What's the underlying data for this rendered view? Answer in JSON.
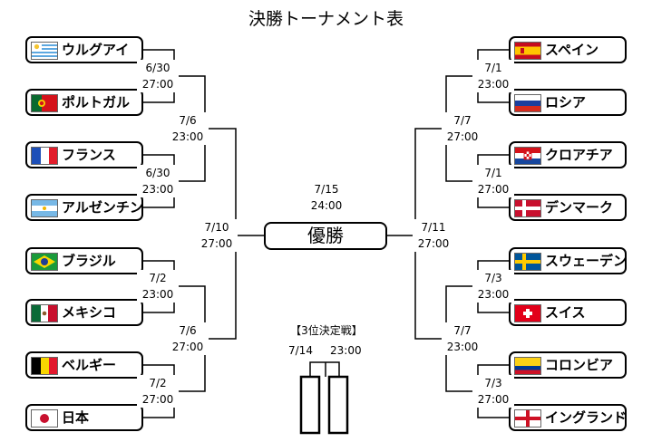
{
  "title": "決勝トーナメント表",
  "final": {
    "label": "優勝",
    "date": "7/15",
    "time": "24:00"
  },
  "third_place": {
    "label": "【3位決定戦】",
    "date": "7/14",
    "time": "23:00"
  },
  "left_teams": [
    {
      "name": "ウルグアイ",
      "flag": "uruguay"
    },
    {
      "name": "ポルトガル",
      "flag": "portugal"
    },
    {
      "name": "フランス",
      "flag": "france"
    },
    {
      "name": "アルゼンチン",
      "flag": "argentina"
    },
    {
      "name": "ブラジル",
      "flag": "brazil"
    },
    {
      "name": "メキシコ",
      "flag": "mexico"
    },
    {
      "name": "ベルギー",
      "flag": "belgium"
    },
    {
      "name": "日本",
      "flag": "japan"
    }
  ],
  "right_teams": [
    {
      "name": "スペイン",
      "flag": "spain"
    },
    {
      "name": "ロシア",
      "flag": "russia"
    },
    {
      "name": "クロアチア",
      "flag": "croatia"
    },
    {
      "name": "デンマーク",
      "flag": "denmark"
    },
    {
      "name": "スウェーデン",
      "flag": "sweden"
    },
    {
      "name": "スイス",
      "flag": "switzerland"
    },
    {
      "name": "コロンビア",
      "flag": "colombia"
    },
    {
      "name": "イングランド",
      "flag": "england"
    }
  ],
  "left_r16": [
    {
      "date": "6/30",
      "time": "27:00"
    },
    {
      "date": "6/30",
      "time": "23:00"
    },
    {
      "date": "7/2",
      "time": "23:00"
    },
    {
      "date": "7/2",
      "time": "27:00"
    }
  ],
  "left_qf": [
    {
      "date": "7/6",
      "time": "23:00"
    },
    {
      "date": "7/6",
      "time": "27:00"
    }
  ],
  "left_sf": {
    "date": "7/10",
    "time": "27:00"
  },
  "right_r16": [
    {
      "date": "7/1",
      "time": "23:00"
    },
    {
      "date": "7/1",
      "time": "27:00"
    },
    {
      "date": "7/3",
      "time": "23:00"
    },
    {
      "date": "7/3",
      "time": "27:00"
    }
  ],
  "right_qf": [
    {
      "date": "7/7",
      "time": "27:00"
    },
    {
      "date": "7/7",
      "time": "23:00"
    }
  ],
  "right_sf": {
    "date": "7/11",
    "time": "27:00"
  }
}
